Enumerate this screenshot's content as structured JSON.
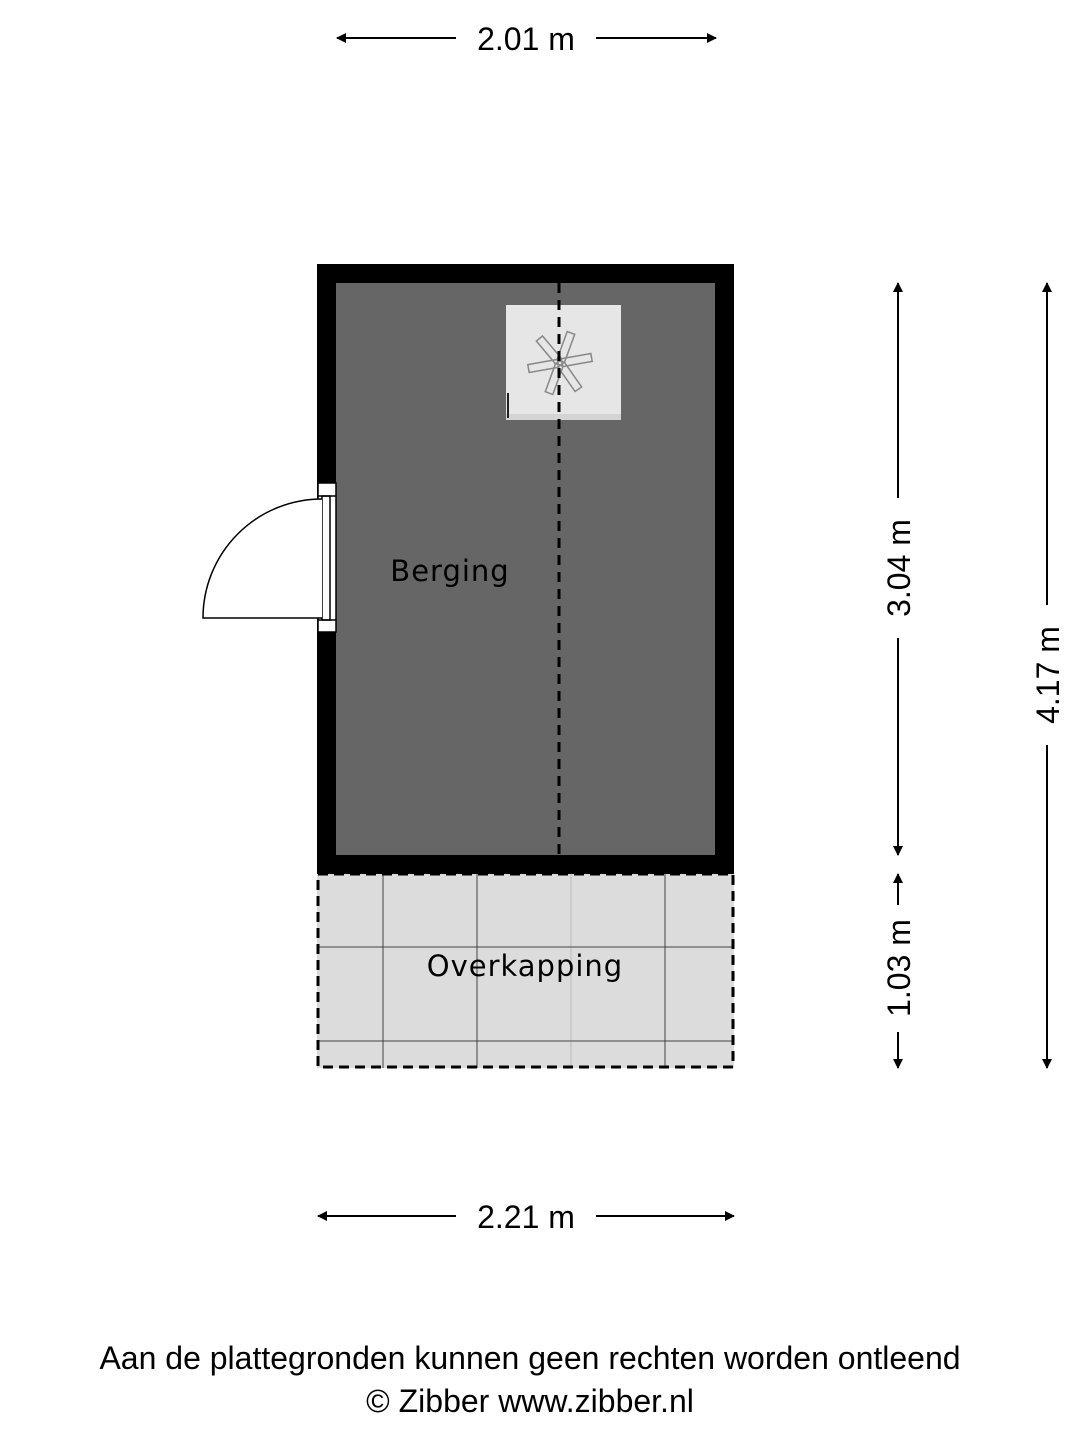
{
  "dimensions": {
    "top_width": "2.01 m",
    "bottom_width": "2.21 m",
    "berging_depth": "3.04 m",
    "overkapping_depth": "1.03 m",
    "total_depth": "4.17 m"
  },
  "rooms": {
    "berging": "Berging",
    "overkapping": "Overkapping"
  },
  "footer": {
    "disclaimer": "Aan de plattegronden kunnen geen rechten worden ontleend",
    "copyright": "© Zibber www.zibber.nl"
  },
  "colors": {
    "wall": "#000000",
    "floor": "#666666",
    "overkapping": "#dcdcdc"
  }
}
